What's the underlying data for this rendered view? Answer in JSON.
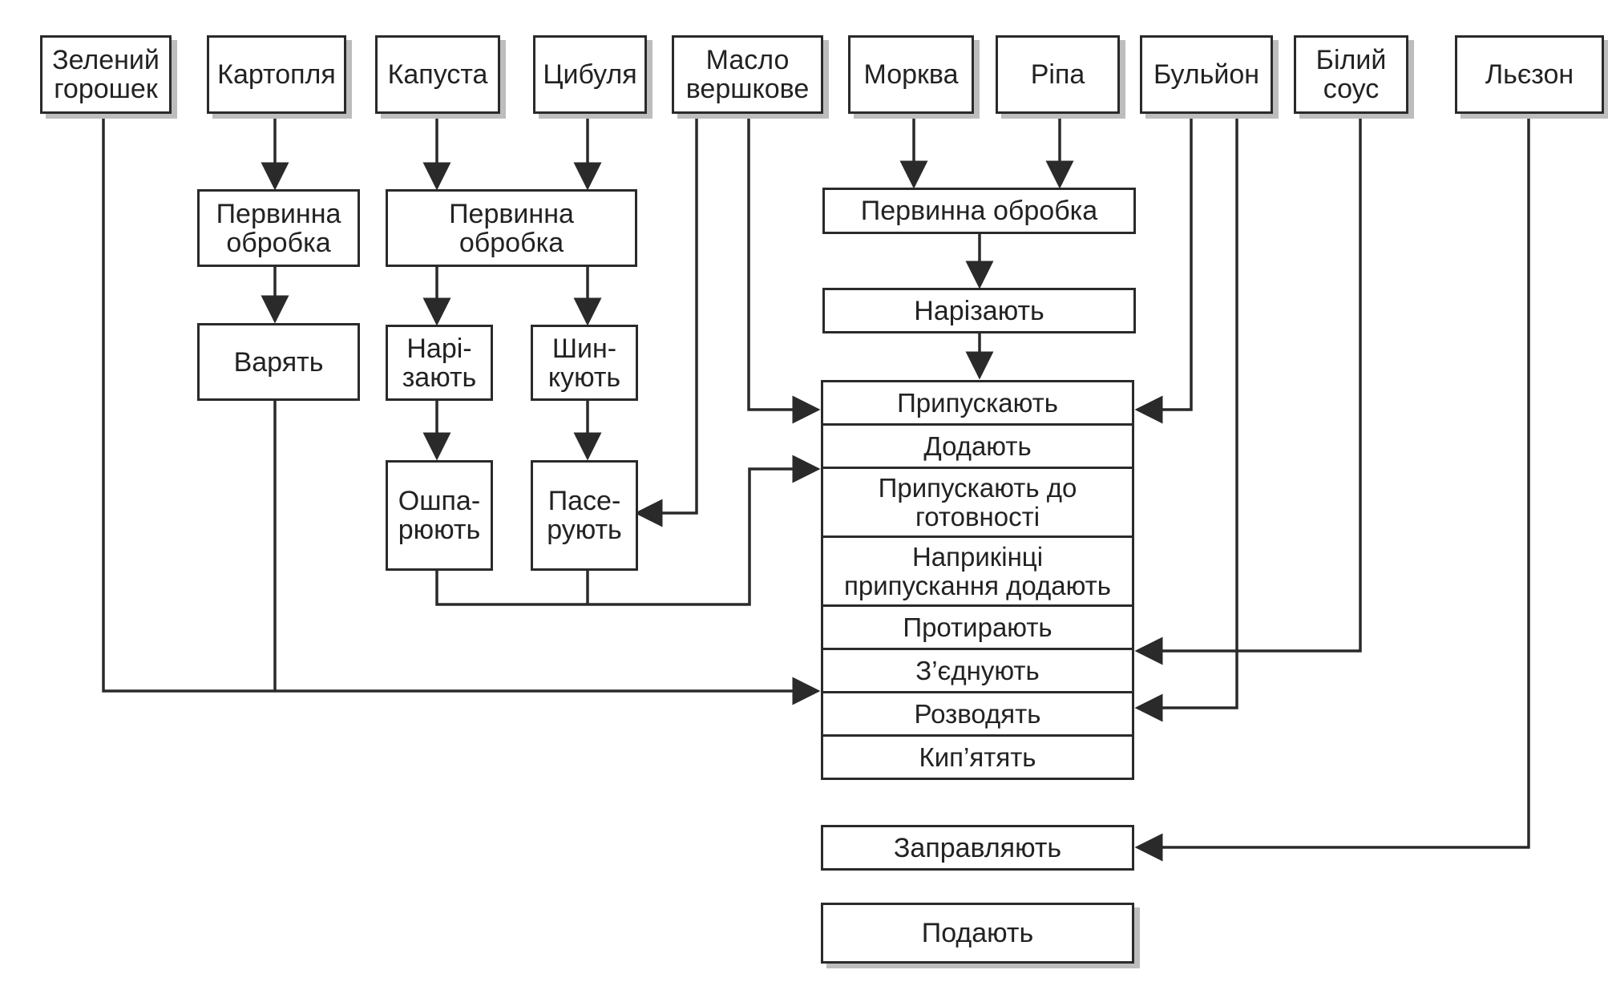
{
  "ingredients": {
    "green_peas": "Зелений\nгорошек",
    "potato": "Картопля",
    "cabbage": "Капуста",
    "onion": "Цибуля",
    "butter": "Масло\nвершкове",
    "carrot": "Морква",
    "turnip": "Ріпа",
    "broth": "Бульйон",
    "white_sauce": "Білий\nсоус",
    "liaison": "Льєзон"
  },
  "steps": {
    "potato_primary": "Первинна\nобробка",
    "potato_boil": "Варять",
    "cabbage_onion_primary": "Первинна\nобробка",
    "cabbage_cut": "Нарі-\nзають",
    "onion_shred": "Шин-\nкують",
    "cabbage_scald": "Ошпа-\nрюють",
    "onion_saute": "Пасе-\nрують",
    "roots_primary": "Первинна обробка",
    "roots_cut": "Нарізають",
    "dress": "Заправляють",
    "serve": "Подають"
  },
  "stack": [
    "Припускають",
    "Додають",
    "Припускають до\nготовності",
    "Наприкінці\nприпускання додають",
    "Протирають",
    "З’єднують",
    "Розводять",
    "Кип’ятять"
  ]
}
